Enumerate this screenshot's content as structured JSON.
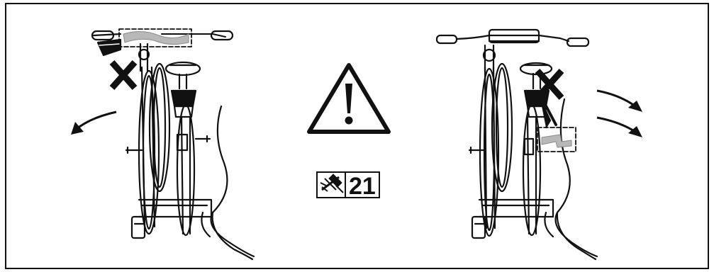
{
  "figure": {
    "left_panel": {
      "scene": "bicycle-front-view",
      "marker": "cross-mark",
      "arrow_direction": "left"
    },
    "center": {
      "warning_symbol": "warning-triangle-icon",
      "reference_code": "21",
      "reference_icon": "torque-tool-icon"
    },
    "right_panel": {
      "scene": "bicycle-front-view",
      "marker": "cross-mark",
      "arrow_direction": "right"
    }
  },
  "colors": {
    "line": "#111111",
    "highlight": "#b8b8b8",
    "background": "#ffffff"
  }
}
